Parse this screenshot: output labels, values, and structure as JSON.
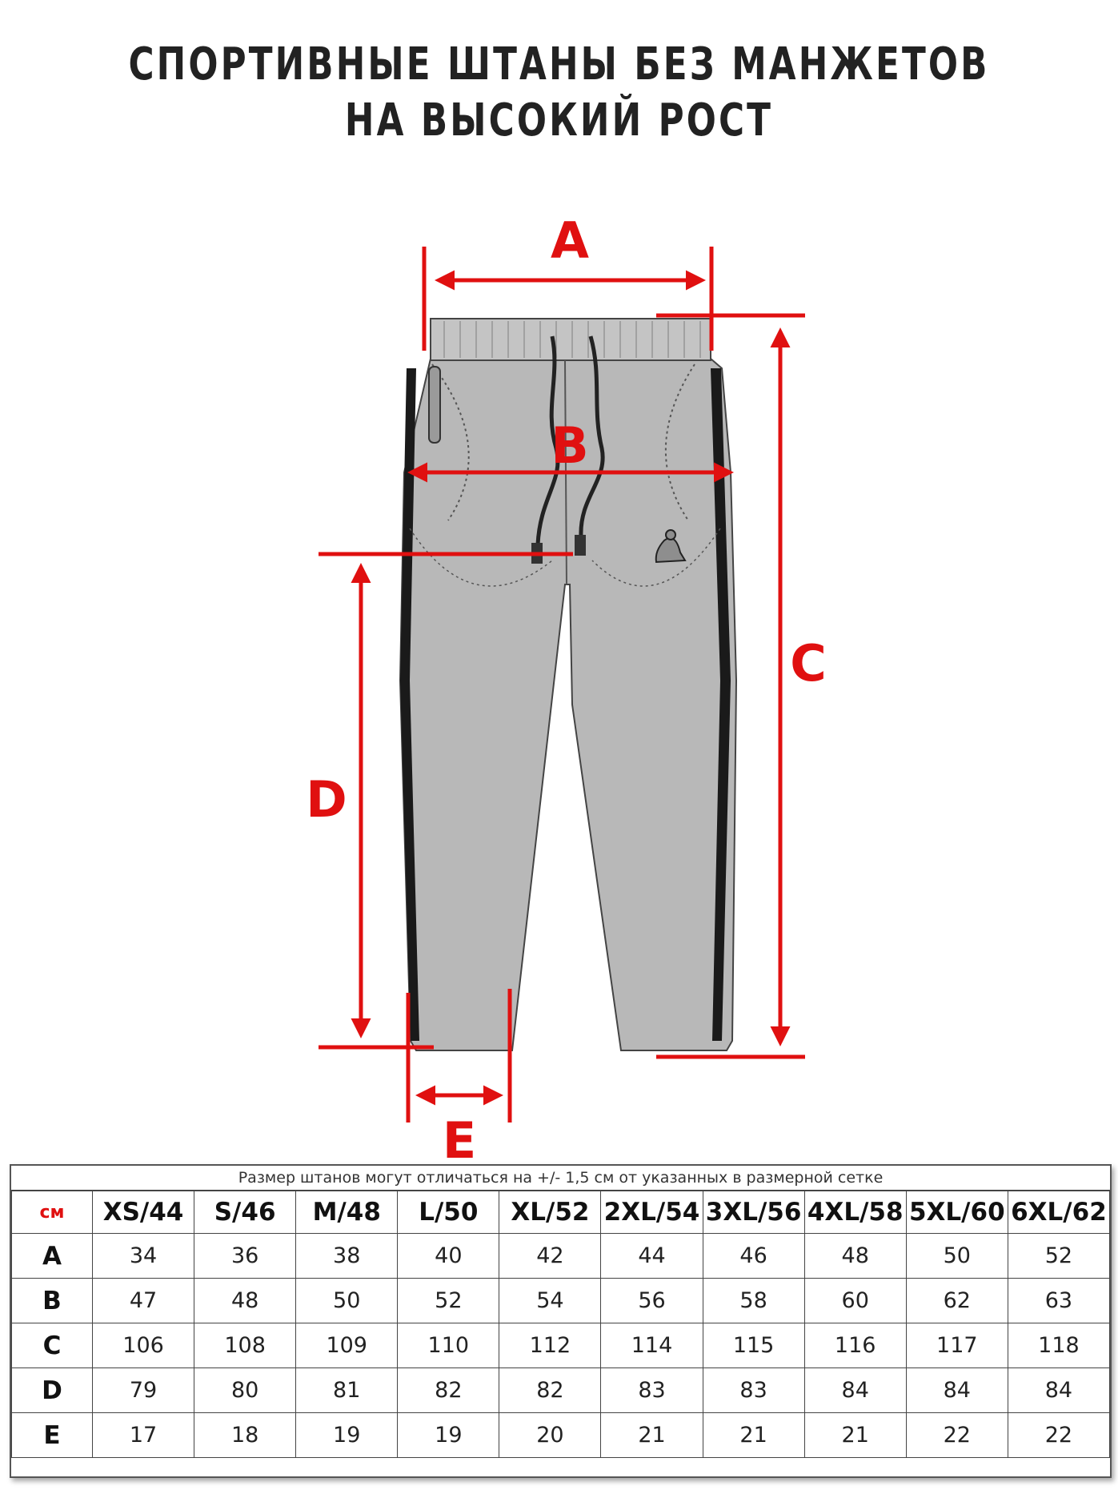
{
  "title": {
    "line1": "СПОРТИВНЫЕ ШТАНЫ БЕЗ МАНЖЕТОВ",
    "line2": "НА ВЫСОКИЙ РОСТ"
  },
  "measure_labels": {
    "a": "A",
    "b": "B",
    "c": "C",
    "d": "D",
    "e": "E"
  },
  "colors": {
    "accent": "#e01010",
    "garment": "#b8b8b8",
    "stripe": "#1a1a1a"
  },
  "table": {
    "note": "Размер штанов могут отличаться на +/- 1,5 см от указанных в размерной сетке",
    "unit": "см",
    "sizes": [
      "XS/44",
      "S/46",
      "M/48",
      "L/50",
      "XL/52",
      "2XL/54",
      "3XL/56",
      "4XL/58",
      "5XL/60",
      "6XL/62"
    ],
    "rows": [
      {
        "label": "A",
        "values": [
          "34",
          "36",
          "38",
          "40",
          "42",
          "44",
          "46",
          "48",
          "50",
          "52"
        ]
      },
      {
        "label": "B",
        "values": [
          "47",
          "48",
          "50",
          "52",
          "54",
          "56",
          "58",
          "60",
          "62",
          "63"
        ]
      },
      {
        "label": "C",
        "values": [
          "106",
          "108",
          "109",
          "110",
          "112",
          "114",
          "115",
          "116",
          "117",
          "118"
        ]
      },
      {
        "label": "D",
        "values": [
          "79",
          "80",
          "81",
          "82",
          "82",
          "83",
          "83",
          "84",
          "84",
          "84"
        ]
      },
      {
        "label": "E",
        "values": [
          "17",
          "18",
          "19",
          "19",
          "20",
          "21",
          "21",
          "21",
          "22",
          "22"
        ]
      }
    ]
  }
}
